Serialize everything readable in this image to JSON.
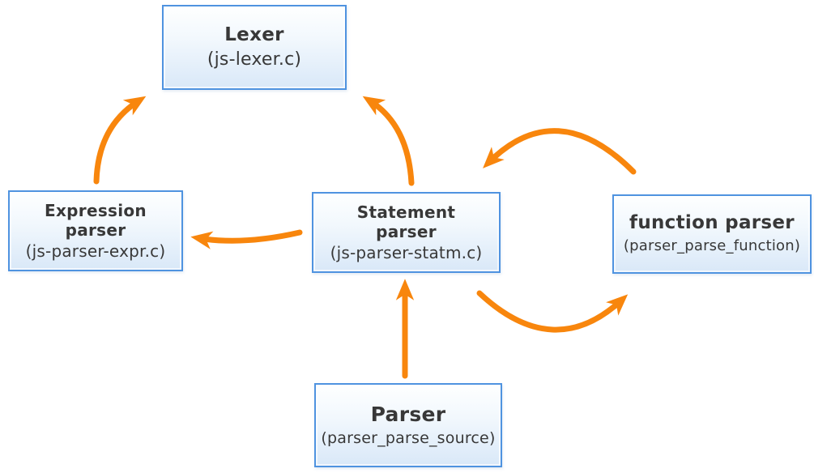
{
  "diagram": {
    "colors": {
      "arrow_orange": "#f8860d",
      "box_border_blue": "#4f93e0",
      "box_fill_top": "#feffff",
      "box_fill_bottom": "#d9e8f8",
      "text": "#383838",
      "background": "#ffffff"
    },
    "nodes": {
      "lexer": {
        "title": "Lexer",
        "sublabel": "(js-lexer.c)"
      },
      "expression_parser": {
        "title": "Expression parser",
        "sublabel": "(js-parser-expr.c)"
      },
      "statement_parser": {
        "title": "Statement parser",
        "sublabel": "(js-parser-statm.c)"
      },
      "function_parser": {
        "title": "function parser",
        "sublabel": "(parser_parse_function)"
      },
      "parser": {
        "title": "Parser",
        "sublabel": "(parser_parse_source)"
      }
    },
    "edges": [
      {
        "from": "expression_parser",
        "to": "lexer"
      },
      {
        "from": "statement_parser",
        "to": "lexer"
      },
      {
        "from": "statement_parser",
        "to": "expression_parser"
      },
      {
        "from": "function_parser",
        "to": "statement_parser"
      },
      {
        "from": "statement_parser",
        "to": "function_parser"
      },
      {
        "from": "parser",
        "to": "statement_parser"
      }
    ]
  }
}
